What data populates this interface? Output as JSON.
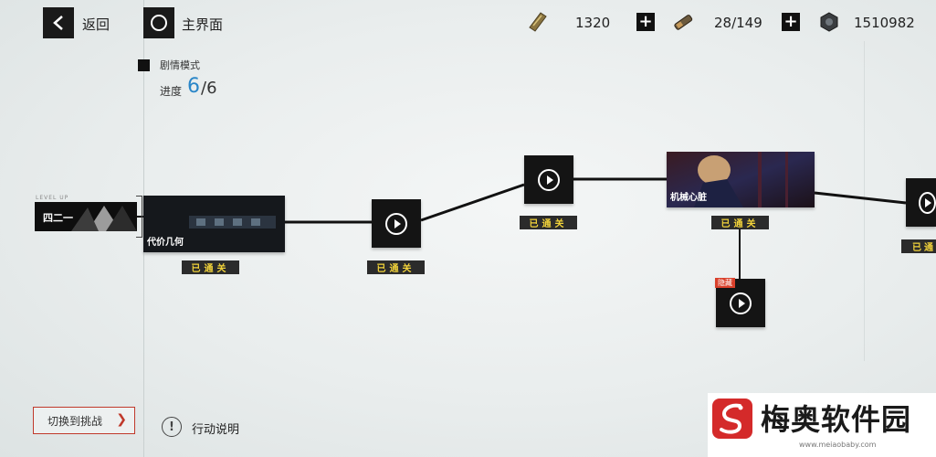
{
  "topbar": {
    "back_label": "返回",
    "home_label": "主界面",
    "resources": [
      {
        "icon": "ticket-icon",
        "value": "1320"
      },
      {
        "icon": "stamina-icon",
        "value": "28/149"
      },
      {
        "icon": "coin-icon",
        "value": "1510982"
      }
    ]
  },
  "mode": {
    "label": "剧情模式",
    "progress_label": "进度",
    "progress_current": "6",
    "progress_total": "/6"
  },
  "level_node": {
    "caption": "LEVEL UP",
    "label": "四二一"
  },
  "stages": [
    {
      "title": "代价几何",
      "status": "已通关"
    },
    {
      "status": "已通关"
    },
    {
      "status": "已通关"
    },
    {
      "title": "机械心脏",
      "status": "已通关"
    },
    {
      "status": "已通"
    },
    {
      "tag": "隐藏"
    }
  ],
  "bottom": {
    "switch_label": "切换到挑战",
    "switch_chevron": "❯",
    "info_icon_glyph": "!",
    "info_label": "行动说明"
  },
  "watermark": {
    "name": "梅奥软件园",
    "url": "www.meiaobaby.com"
  },
  "colors": {
    "accent_blue": "#2a86c8",
    "cleared_yellow": "#f2d33a",
    "switch_red": "#c0392b",
    "hidden_tag_red": "#d9402b"
  }
}
